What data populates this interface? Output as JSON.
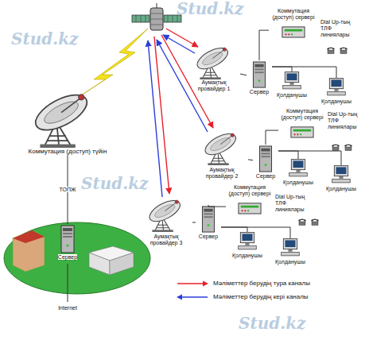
{
  "diagram": {
    "nodes": [
      {
        "text": [
          "Коммутация (доступ) түйін"
        ]
      },
      {
        "text": [
          "Сервер"
        ]
      },
      {
        "text": [
          "Аумақтық провайдер 1"
        ]
      },
      {
        "text": [
          "Сервер"
        ]
      },
      {
        "text": [
          "Коммутация (доступ) сервері"
        ]
      },
      {
        "text": [
          "Қолданушы"
        ]
      },
      {
        "text": [
          "Қолданушы"
        ]
      },
      {
        "text": [
          "Аумақтық провайдер 2"
        ]
      },
      {
        "text": [
          "Сервер"
        ]
      },
      {
        "text": [
          "Коммутация (доступ) сервері"
        ]
      },
      {
        "text": [
          "Қолданушы"
        ]
      },
      {
        "text": [
          "Қолданушы"
        ]
      },
      {
        "text": [
          "Аумақтық провайдер 3"
        ]
      },
      {
        "text": [
          "Сервер"
        ]
      },
      {
        "text": [
          "Коммутация (доступ) сервері"
        ]
      },
      {
        "text": [
          "Қолданушы"
        ]
      },
      {
        "text": [
          "Қолданушы"
        ]
      }
    ],
    "edges": [
      {
        "from": 0,
        "to": 1,
        "arrow": "none",
        "label": "ТОПЖ"
      },
      {
        "from": 2,
        "to": 3,
        "arrow": "none"
      },
      {
        "from": 3,
        "to": 4,
        "arrow": "none"
      },
      {
        "from": 3,
        "to": 5,
        "arrow": "none"
      },
      {
        "from": 3,
        "to": 6,
        "arrow": "none"
      },
      {
        "from": 7,
        "to": 8,
        "arrow": "none"
      },
      {
        "from": 8,
        "to": 9,
        "arrow": "none"
      },
      {
        "from": 8,
        "to": 10,
        "arrow": "none"
      },
      {
        "from": 8,
        "to": 11,
        "arrow": "none"
      },
      {
        "from": 12,
        "to": 13,
        "arrow": "none"
      },
      {
        "from": 13,
        "to": 14,
        "arrow": "none"
      },
      {
        "from": 13,
        "to": 15,
        "arrow": "none"
      },
      {
        "from": 13,
        "to": 16,
        "arrow": "none"
      }
    ],
    "labels": [
      "Dial Up-тың ТЛФ линиялары",
      "Dial Up-тың ТЛФ линиялары",
      "Dial Up-тың ТЛФ линиялары",
      "Internet",
      "Stud.kz",
      "Stud.kz",
      "Stud.kz",
      "Stud.kz"
    ],
    "legend": [
      {
        "text": "Мәліметтер берудің тура каналы",
        "color": "#e8202a"
      },
      {
        "text": "Мәліметтер берудің кері каналы",
        "color": "#2a3ed8"
      }
    ]
  }
}
